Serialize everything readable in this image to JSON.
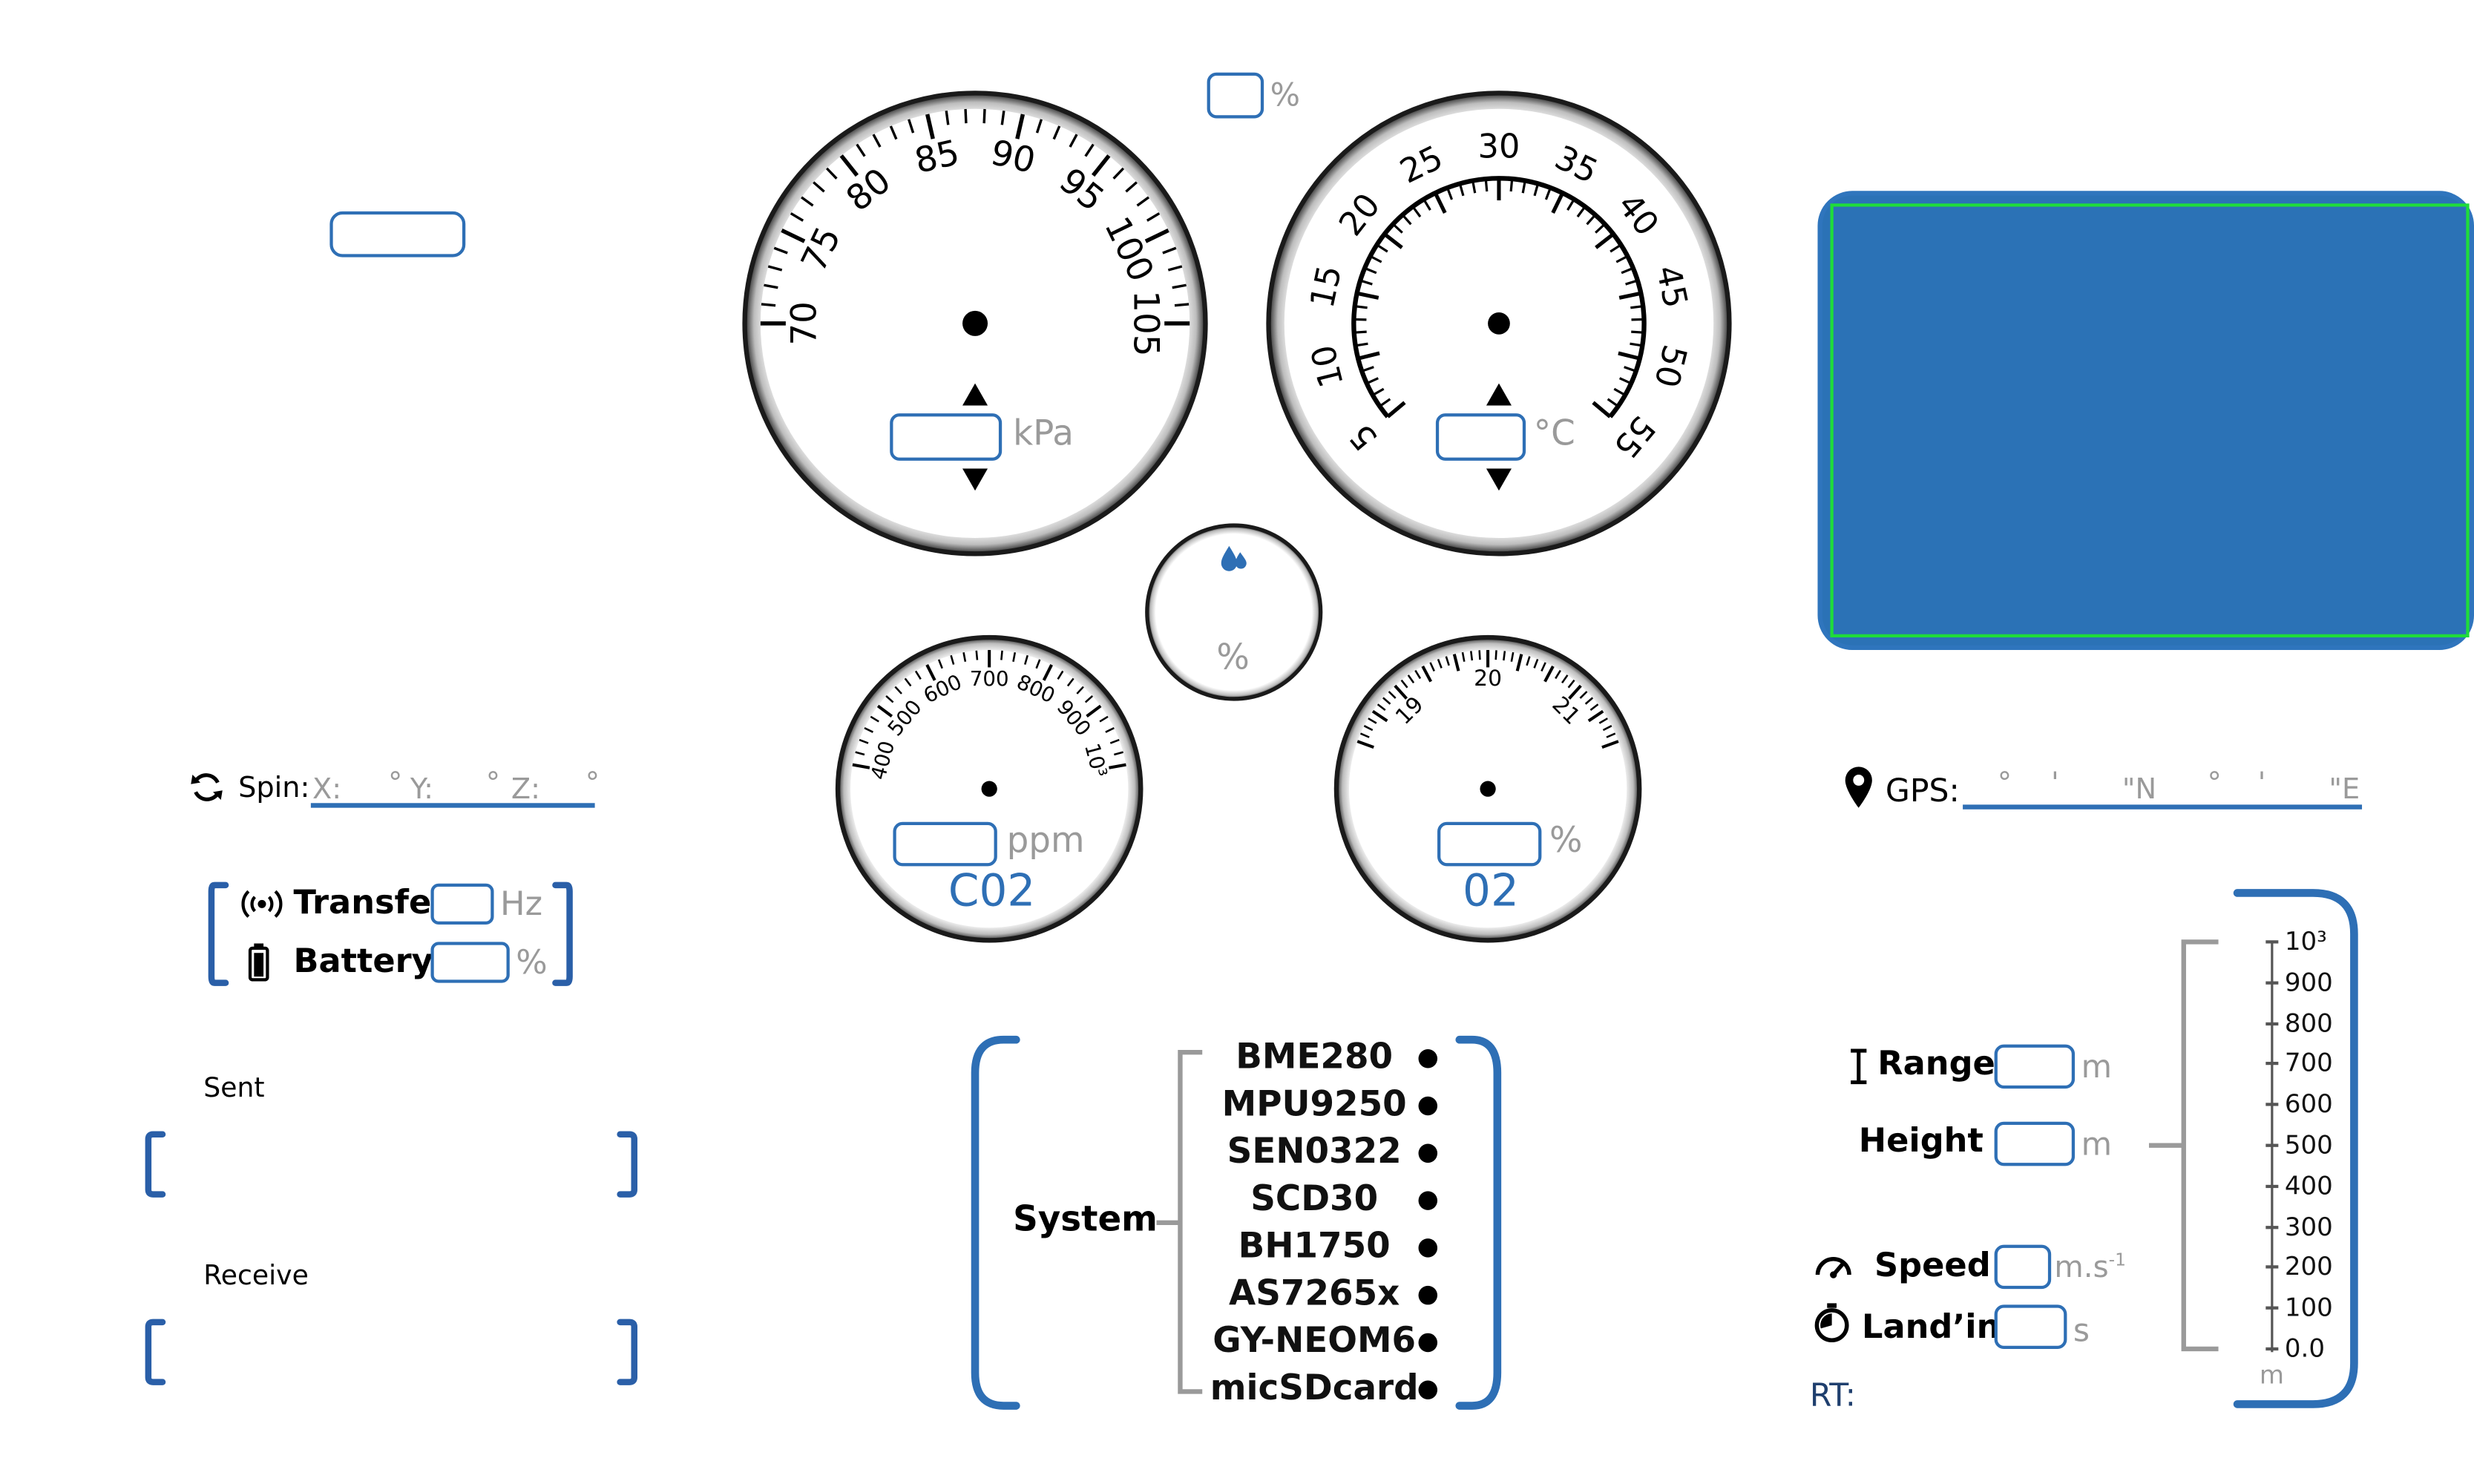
{
  "colors": {
    "accent_blue": "#2e6fb5",
    "map_fill": "#2b72b6",
    "map_border": "#2f75bd",
    "map_inner_border": "#1fdc3a",
    "bracket_gray": "#9a9a9a"
  },
  "top_percent": {
    "unit": "%"
  },
  "pressure_gauge": {
    "ticks": [
      "70",
      "75",
      "80",
      "85",
      "90",
      "95",
      "100",
      "105"
    ],
    "unit": "kPa",
    "up_icon": "triangle-up-icon",
    "down_icon": "triangle-down-icon"
  },
  "temperature_gauge": {
    "ticks": [
      "5",
      "10",
      "15",
      "20",
      "25",
      "30",
      "35",
      "40",
      "45",
      "50",
      "55"
    ],
    "unit": "°C"
  },
  "humidity_gauge": {
    "icon": "water-drop-icon",
    "unit": "%"
  },
  "co2_gauge": {
    "ticks": [
      "400",
      "500",
      "600",
      "700",
      "800",
      "900",
      "10³"
    ],
    "unit": "ppm",
    "title": "C02"
  },
  "o2_gauge": {
    "ticks": [
      "19",
      "20",
      "21"
    ],
    "unit": "%",
    "title": "02"
  },
  "spin": {
    "icon": "rotate-icon",
    "label": "Spin:",
    "x_label": "X:",
    "y_label": "Y:",
    "z_label": "Z:",
    "deg": "°"
  },
  "gps": {
    "icon": "location-pin-icon",
    "label": "GPS:",
    "deg": "°",
    "min": "'",
    "n_suffix": "\"N",
    "e_suffix": "\"E"
  },
  "status": {
    "transfer_icon": "signal-icon",
    "transfer_label": "Transfer",
    "transfer_unit": "Hz",
    "battery_icon": "battery-icon",
    "battery_label": "Battery",
    "battery_unit": "%"
  },
  "console": {
    "sent_label": "Sent",
    "receive_label": "Receive"
  },
  "system": {
    "label": "System",
    "items": [
      "BME280",
      "MPU9250",
      "SEN0322",
      "SCD30",
      "BH1750",
      "AS7265x",
      "GY-NEOM6",
      "micSDcard"
    ]
  },
  "flight": {
    "range_icon": "range-icon",
    "range_label": "Range",
    "range_unit": "m",
    "height_label": "Height",
    "height_unit": "m",
    "speed_icon": "speedometer-icon",
    "speed_label": "Speed",
    "speed_unit": "m.s",
    "speed_unit_sup": "-1",
    "landing_icon": "stopwatch-icon",
    "landing_label": "Land’in",
    "landing_unit": "s",
    "rt_label": "RT:"
  },
  "altitude_scale": {
    "labels": [
      "10³",
      "900",
      "800",
      "700",
      "600",
      "500",
      "400",
      "300",
      "200",
      "100",
      "0.0"
    ],
    "unit": "m"
  }
}
